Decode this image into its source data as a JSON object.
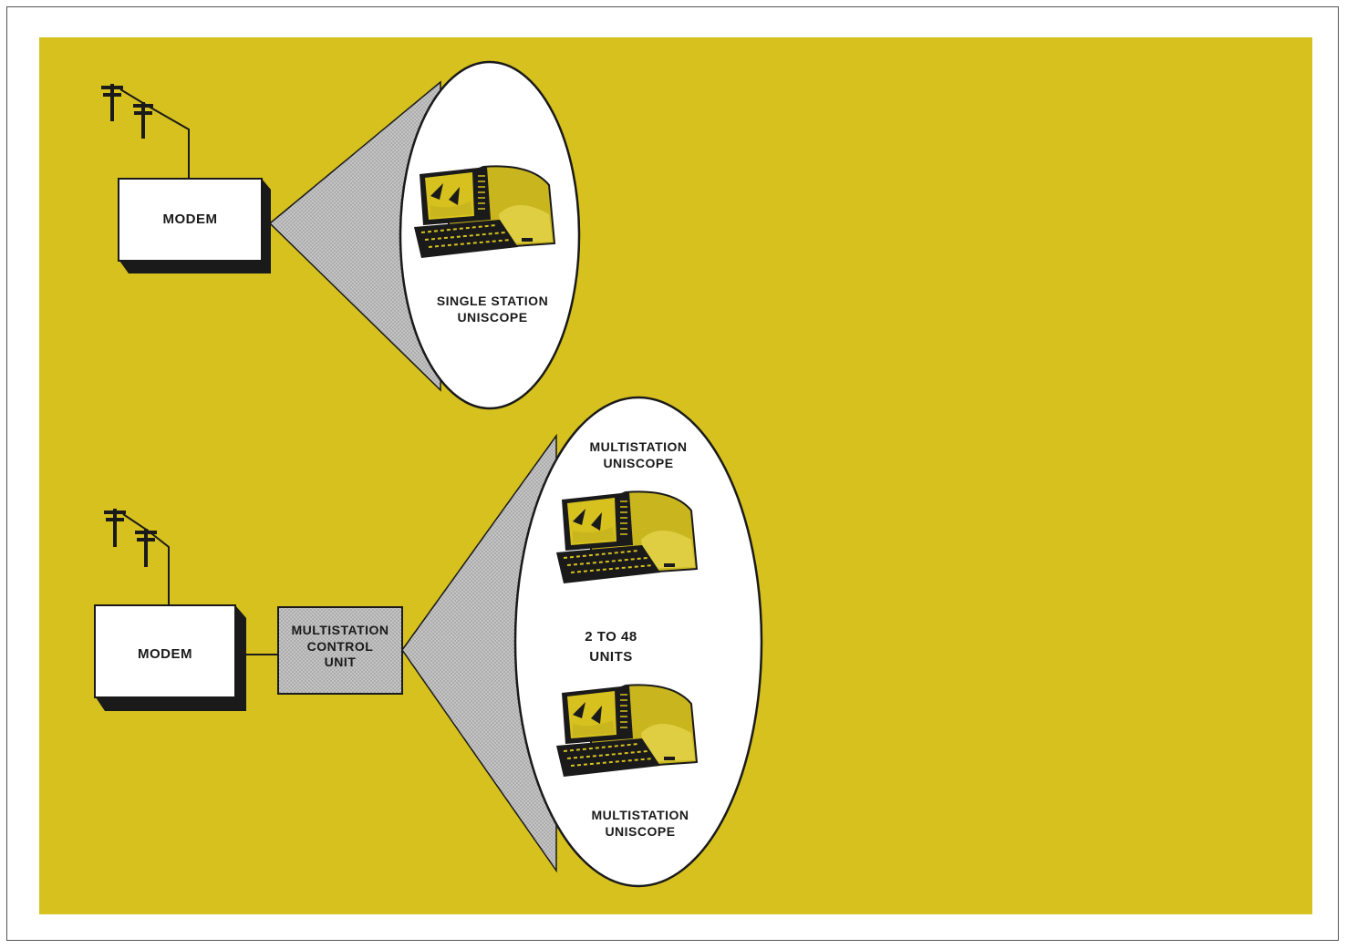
{
  "diagram": {
    "colors": {
      "background": "#d6c11e",
      "box": "#ffffff",
      "shadow": "#1a1a1a",
      "cone": "#b8b8b8",
      "terminal": "#c9b51e"
    },
    "top_config": {
      "modem_label": "MODEM",
      "terminal_label_line1": "SINGLE STATION",
      "terminal_label_line2": "UNISCOPE"
    },
    "bottom_config": {
      "modem_label": "MODEM",
      "control_unit_line1": "MULTISTATION",
      "control_unit_line2": "CONTROL",
      "control_unit_line3": "UNIT",
      "upper_terminal_line1": "MULTISTATION",
      "upper_terminal_line2": "UNISCOPE",
      "unit_count_line1": "2 TO 48",
      "unit_count_line2": "UNITS",
      "lower_terminal_line1": "MULTISTATION",
      "lower_terminal_line2": "UNISCOPE"
    }
  }
}
